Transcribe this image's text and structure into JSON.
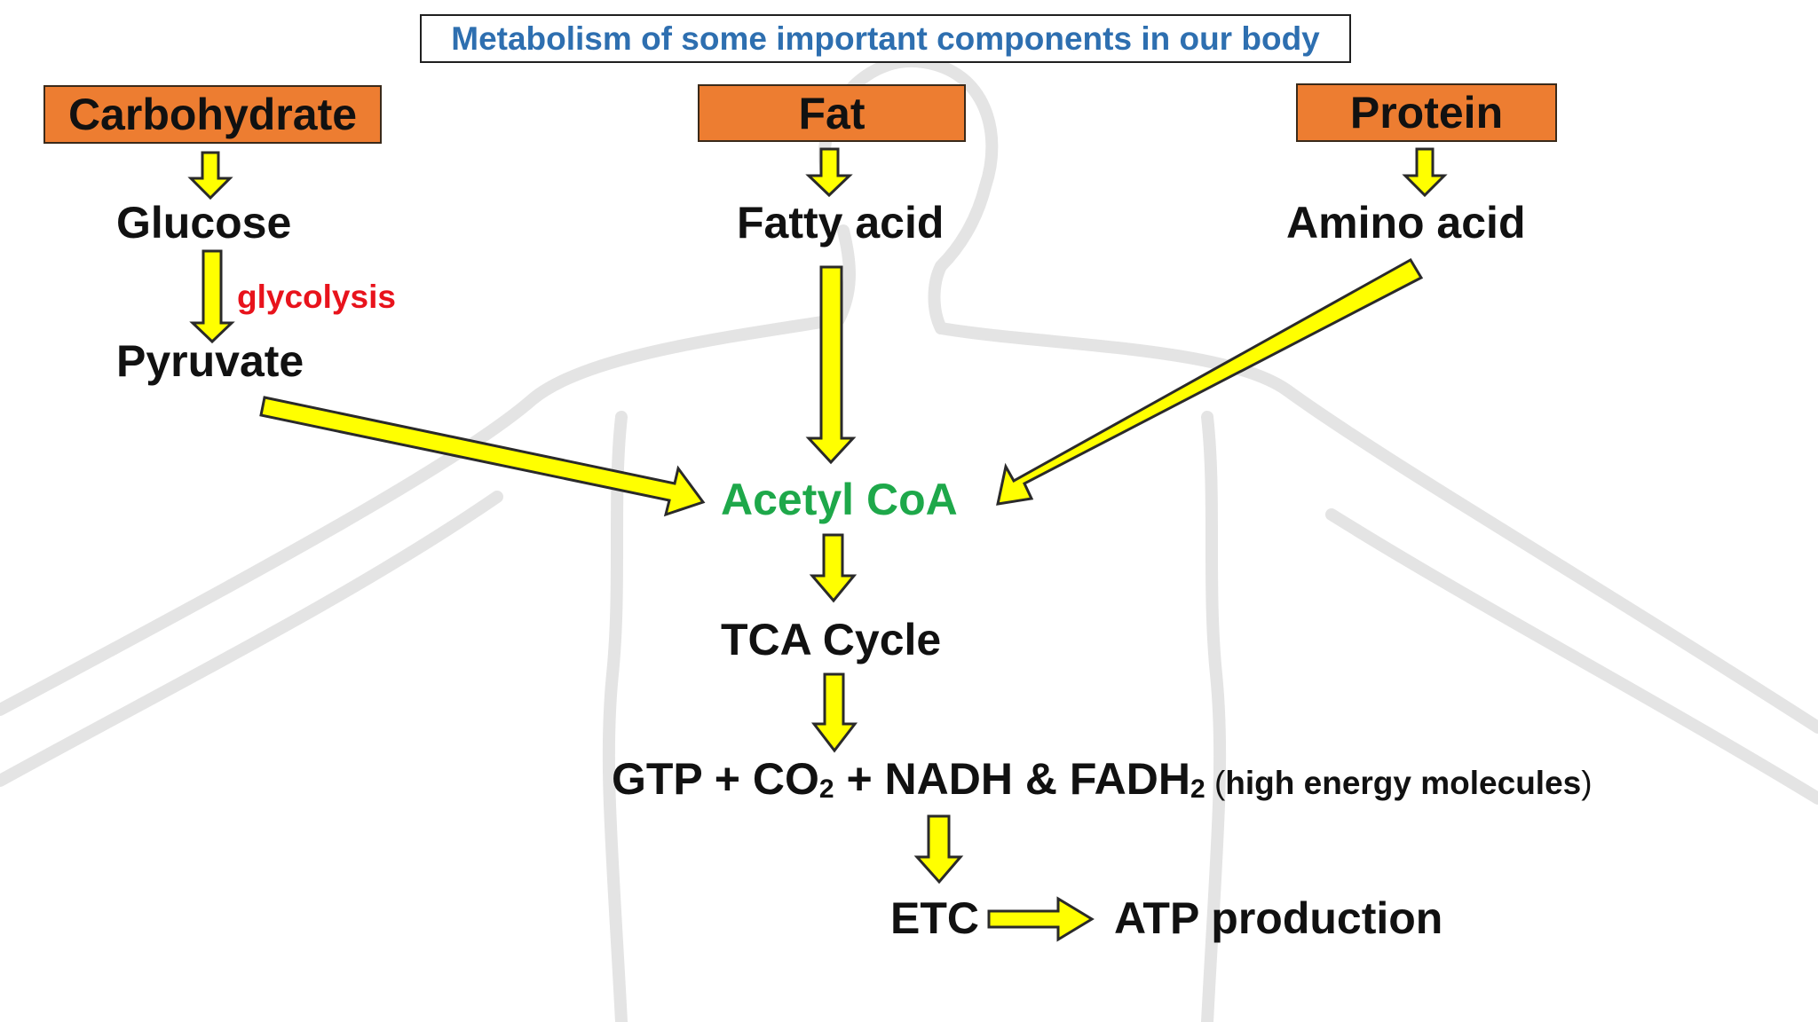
{
  "title": "Metabolism of some important components in our body",
  "sources": {
    "carbohydrate": "Carbohydrate",
    "fat": "Fat",
    "protein": "Protein"
  },
  "nodes": {
    "glucose": "Glucose",
    "fatty_acid": "Fatty acid",
    "amino_acid": "Amino acid",
    "pyruvate": "Pyruvate",
    "acetyl_coa": "Acetyl CoA",
    "tca_cycle": "TCA Cycle",
    "gtp": "GTP + CO",
    "co2_sub": "2",
    "nadh": " + NADH & FADH",
    "fadh2_sub": "2",
    "paren_open": " (",
    "high_energy": "high energy molecules",
    "paren_close": ")",
    "etc": "ETC",
    "atp": "ATP production"
  },
  "process_labels": {
    "glycolysis": "glycolysis"
  },
  "colors": {
    "arrow_fill": "#ffff00",
    "arrow_stroke": "#2a2a2a",
    "source_box": "#ed7d31",
    "title_text": "#2e6fb0",
    "highlight_red": "#e8131c",
    "acetyl_green": "#1ea84a",
    "silhouette": "#e4e4e4"
  }
}
